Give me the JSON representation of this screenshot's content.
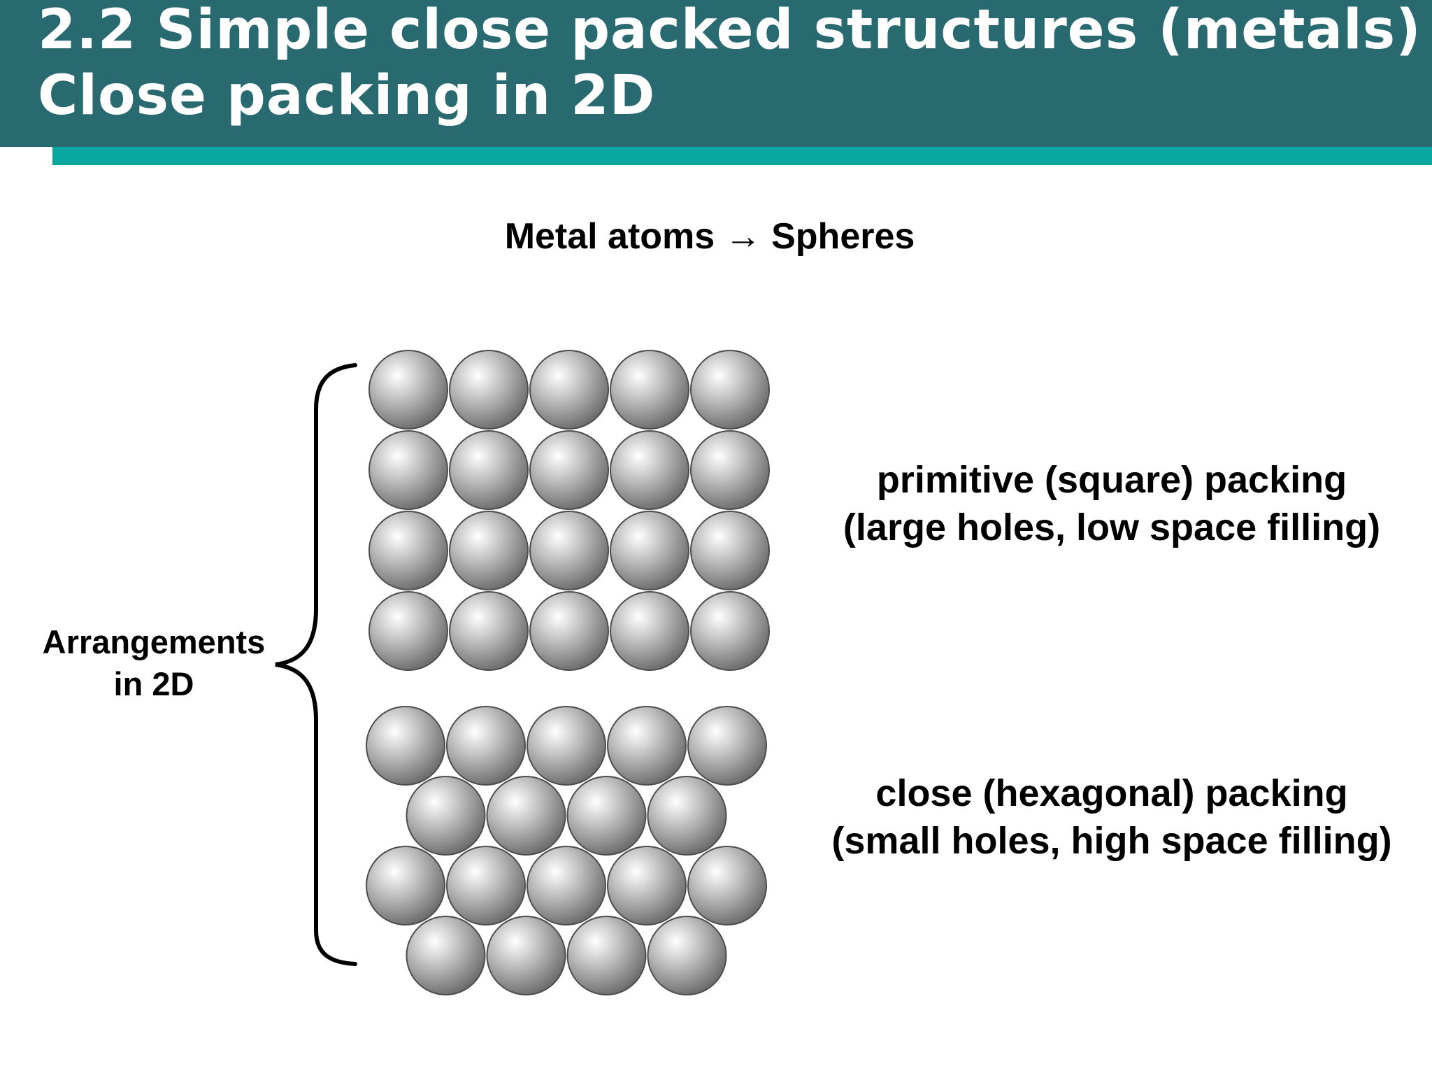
{
  "slide": {
    "title_line_1": "2.2 Simple close packed structures (metals)",
    "title_line_2": "Close packing in 2D",
    "subtitle": "Metal atoms → Spheres",
    "group_label_line_1": "Arrangements",
    "group_label_line_2": "in 2D",
    "square_packing": {
      "line_1": "primitive (square) packing",
      "line_2": "(large holes, low space filling)",
      "rows": 4,
      "columns": 5
    },
    "hexagonal_packing": {
      "line_1": "close (hexagonal) packing",
      "line_2": "(small holes, high space filling)",
      "row_counts": [
        5,
        4,
        5,
        4
      ]
    }
  },
  "colors": {
    "title_bar": "#286a70",
    "title_accent": "#0aa6a0",
    "title_text": "#ffffff",
    "sphere_highlight": "#ffffff",
    "sphere_mid": "#bdbdbd",
    "sphere_shadow": "#6a6a6a",
    "sphere_outline": "#4d4d4d"
  },
  "icons": {
    "group_marker": "curly-brace-icon",
    "atom": "sphere-icon"
  }
}
